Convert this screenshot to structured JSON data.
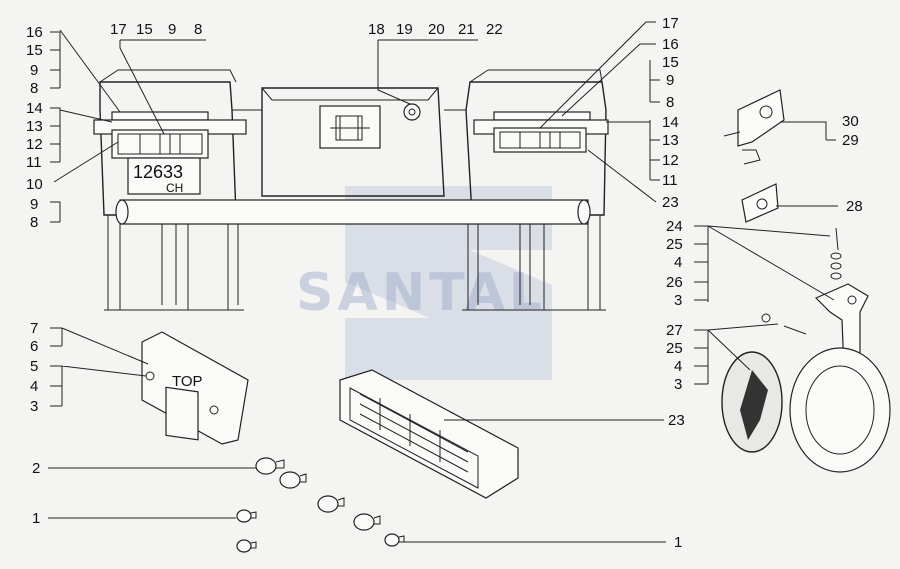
{
  "watermark": "SANTAL",
  "plate": {
    "number": "12633",
    "suffix": "CH"
  },
  "marker_lamp_text": "TOP",
  "labels": {
    "top_left_col": [
      "16",
      "15",
      "9",
      "8"
    ],
    "mid_left_col": [
      "14",
      "13",
      "12",
      "11"
    ],
    "low_left_col": [
      "10",
      "9",
      "8"
    ],
    "top_left_row": [
      "17",
      "15",
      "9",
      "8"
    ],
    "top_center_row": [
      "18",
      "19",
      "20",
      "21",
      "22"
    ],
    "top_right_col": [
      "17",
      "16",
      "15",
      "9",
      "8"
    ],
    "mid_right_col": [
      "14",
      "13",
      "12",
      "11"
    ],
    "right_23": "23",
    "bracket_30": "30",
    "bracket_29": "29",
    "bracket_28": "28",
    "horn_upper_col": [
      "24",
      "25",
      "4",
      "26",
      "3"
    ],
    "horn_lower_col": [
      "27",
      "25",
      "4",
      "3"
    ],
    "marker_col": [
      "7",
      "6",
      "5",
      "4",
      "3"
    ],
    "lamp_23": "23",
    "bulb_2": "2",
    "bulb_1_left": "1",
    "bulb_1_right": "1"
  }
}
